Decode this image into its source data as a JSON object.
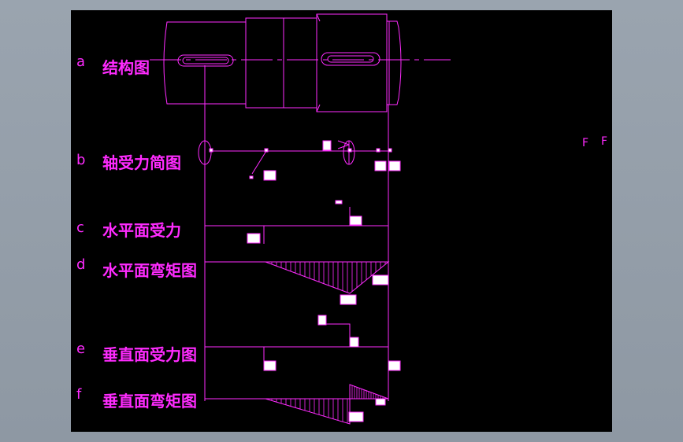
{
  "colors": {
    "line": "#ff2bff",
    "label_box": "#ffffff",
    "canvas": "#000000",
    "frame": "#949ea9"
  },
  "rows": [
    {
      "letter": "a",
      "title": "结构图"
    },
    {
      "letter": "b",
      "title": "轴受力简图"
    },
    {
      "letter": "c",
      "title": "水平面受力"
    },
    {
      "letter": "d",
      "title": "水平面弯矩图"
    },
    {
      "letter": "e",
      "title": "垂直面受力图"
    },
    {
      "letter": "f",
      "title": "垂直面弯矩图"
    }
  ],
  "corner_text": [
    "F",
    "F"
  ]
}
